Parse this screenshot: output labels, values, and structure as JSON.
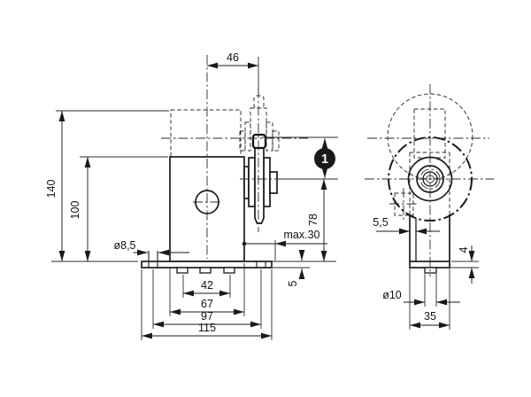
{
  "colors": {
    "background": "#ffffff",
    "line": "#1a1a1a",
    "badge_bg": "#1a1a1a",
    "badge_text": "#ffffff"
  },
  "callout": {
    "number": "1"
  },
  "front_view": {
    "dims": {
      "d46": "46",
      "d140": "140",
      "d100": "100",
      "d85": "ø8,5",
      "d42": "42",
      "d67": "67",
      "d97": "97",
      "d115": "115",
      "dmax30": "max.30",
      "d5": "5",
      "d78": "78"
    }
  },
  "side_view": {
    "dims": {
      "d55": "5,5",
      "d4": "4",
      "d10": "ø10",
      "d35": "35"
    }
  }
}
